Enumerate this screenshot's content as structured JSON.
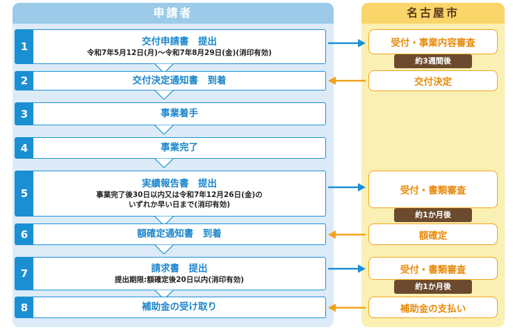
{
  "headers": {
    "applicant": "申請者",
    "city": "名古屋市"
  },
  "colors": {
    "blue": "#1b8fd3",
    "orange": "#f0a21a",
    "brown": "#6b4a2e",
    "light_blue_bg": "#dcebf7",
    "light_yellow_bg": "#fbf0b4"
  },
  "steps": [
    {
      "num": "1",
      "title": "交付申請書　提出",
      "sub": [
        "令和7年5月12日(月)～令和7年8月29日(金)(消印有効)"
      ]
    },
    {
      "num": "2",
      "title": "交付決定通知書　到着",
      "sub": []
    },
    {
      "num": "3",
      "title": "事業着手",
      "sub": []
    },
    {
      "num": "4",
      "title": "事業完了",
      "sub": []
    },
    {
      "num": "5",
      "title": "実績報告書　提出",
      "sub": [
        "事業完了後30日以内又は令和7年12月26日(金)の",
        "いずれか早い日まで(消印有効)"
      ]
    },
    {
      "num": "6",
      "title": "額確定通知書　到着",
      "sub": []
    },
    {
      "num": "7",
      "title": "請求書　提出",
      "sub": [
        "提出期限:額確定後20日以内(消印有効)"
      ]
    },
    {
      "num": "8",
      "title": "補助金の受け取り",
      "sub": []
    }
  ],
  "city_boxes": [
    "受付・事業内容審査",
    "交付決定",
    "受付・書類審査",
    "額確定",
    "受付・書類審査",
    "補助金の支払い"
  ],
  "delays": [
    "約3週間後",
    "約1か月後",
    "約1か月後"
  ]
}
